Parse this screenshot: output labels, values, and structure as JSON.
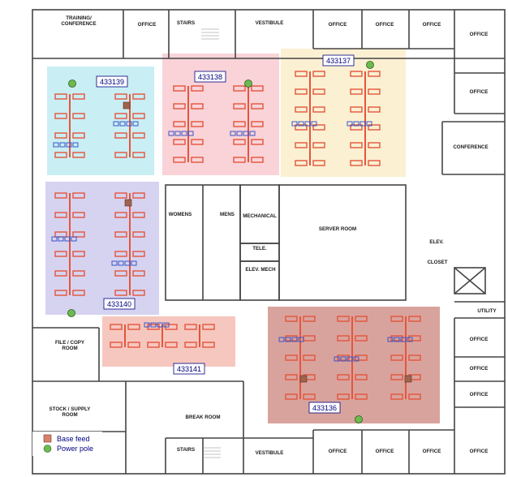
{
  "colors": {
    "wall": "#444444",
    "zone_blue": "#c9eef4",
    "zone_pink": "#f9d3d8",
    "zone_yellow": "#fbf0d2",
    "zone_lavender": "#d6d3f0",
    "zone_salmon": "#f6c7bf",
    "zone_red": "#d9a39d",
    "desk": "#e4553c",
    "chair": "#3a56c9",
    "tag": "#e6e600",
    "base_feed": "#d9816e",
    "power_pole": "#6dbb4f"
  },
  "rooms": {
    "training": [
      "TRAINING/",
      "CONFERENCE"
    ],
    "office_top_1": "OFFICE",
    "stairs_top": "STAIRS",
    "vestibule_top": "VESTIBULE",
    "office_top_2": "OFFICE",
    "office_top_3": "OFFICE",
    "office_top_4": "OFFICE",
    "office_top_5": "OFFICE",
    "office_right_1": "OFFICE",
    "conference": "CONFERENCE",
    "womens": "WOMENS",
    "mens": "MENS",
    "mechanical": "MECHANICAL",
    "tele": "TELE.",
    "elev_mech": "ELEV. MECH",
    "server_room": "SERVER ROOM",
    "elev": "ELEV.",
    "closet": "CLOSET",
    "utility": "UTILITY",
    "file_copy": [
      "FILE / COPY",
      "ROOM"
    ],
    "office_right_2": "OFFICE",
    "office_right_3": "OFFICE",
    "office_right_4": "OFFICE",
    "stock_supply": [
      "STOCK / SUPPLY",
      "ROOM"
    ],
    "break_room": "BREAK ROOM",
    "stairs_bottom": "STAIRS",
    "vestibule_bottom": "VESTIBULE",
    "office_bottom_1": "OFFICE",
    "office_bottom_2": "OFFICE",
    "office_bottom_3": "OFFICE",
    "office_bottom_4": "OFFICE"
  },
  "zones": [
    {
      "id": "433139",
      "color": "zone_blue"
    },
    {
      "id": "433138",
      "color": "zone_pink"
    },
    {
      "id": "433137",
      "color": "zone_yellow"
    },
    {
      "id": "433140",
      "color": "zone_lavender"
    },
    {
      "id": "433141",
      "color": "zone_salmon"
    },
    {
      "id": "433136",
      "color": "zone_red"
    }
  ],
  "legend": {
    "base_feed": "Base feed",
    "power_pole": "Power pole"
  }
}
